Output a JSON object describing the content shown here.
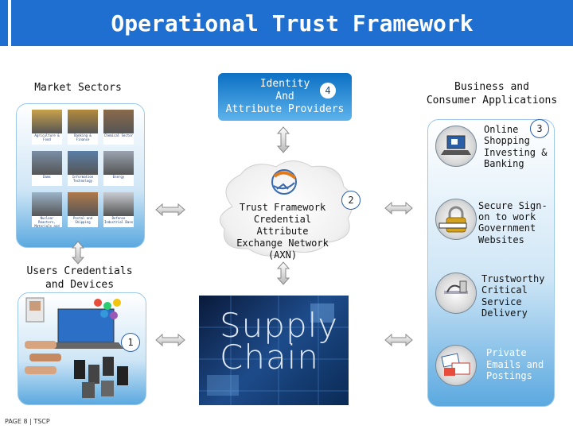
{
  "title": "Operational Trust Framework",
  "headers": {
    "market_sectors": "Market Sectors",
    "identity_providers": [
      "Identity",
      "And",
      "Attribute Providers"
    ],
    "business_apps": [
      "Business and",
      "Consumer Applications"
    ],
    "users": [
      "Users Credentials",
      "and Devices"
    ]
  },
  "badges": {
    "one": "1",
    "two": "2",
    "three": "3",
    "four": "4"
  },
  "sector_tiles": [
    {
      "label": "Agriculture & Food",
      "color": "#c9a24a"
    },
    {
      "label": "Banking & Finance",
      "color": "#b38a3c"
    },
    {
      "label": "Chemical Sector",
      "color": "#8a6a4a"
    },
    {
      "label": "Dams",
      "color": "#7a8fa6"
    },
    {
      "label": "Information Technology",
      "color": "#5a7fa6"
    },
    {
      "label": "Energy",
      "color": "#9aa3b0"
    },
    {
      "label": "Nuclear Reactors, Materials and Waste",
      "color": "#9bb3c8"
    },
    {
      "label": "Postal and Shipping",
      "color": "#b07a4a"
    },
    {
      "label": "Defense Industrial Base",
      "color": "#c8ccd2"
    }
  ],
  "cloud_text": [
    "Trust Framework",
    "Credential Attribute",
    "Exchange Network",
    "(AXN)"
  ],
  "supply_chain_text": [
    "Supply",
    "Chain"
  ],
  "applications": [
    {
      "lines": [
        "Online",
        "Shopping",
        "Investing &",
        "Banking"
      ],
      "icon": "laptop-shopping-icon"
    },
    {
      "lines": [
        "Secure Sign-",
        "on to work",
        "Government",
        "Websites"
      ],
      "icon": "padlock-icon"
    },
    {
      "lines": [
        "Trustworthy",
        "Critical",
        "Service",
        "Delivery"
      ],
      "icon": "medical-icon"
    },
    {
      "lines": [
        "Private",
        "Emails and",
        "Postings"
      ],
      "icon": "email-icon"
    }
  ],
  "footer": "PAGE 8 | TSCP",
  "colors": {
    "title_bar": "#1f6fd1",
    "identity_box": "#0b6fc3",
    "panel_blue": "#5ba9e0"
  }
}
